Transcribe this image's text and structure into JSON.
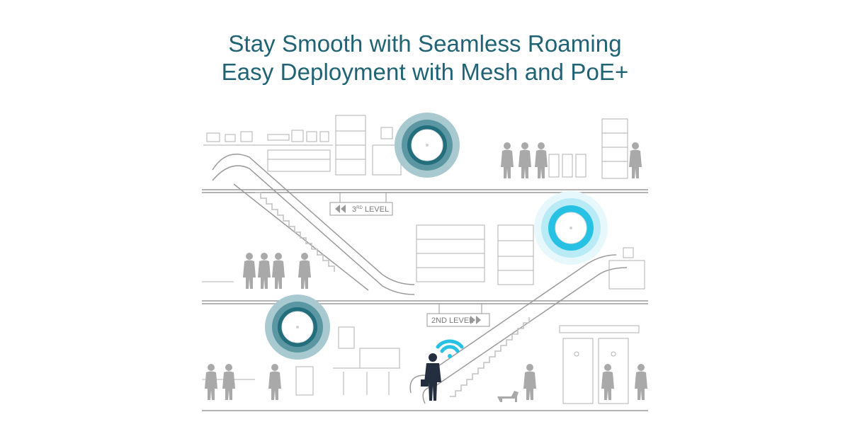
{
  "headline": {
    "line1": "Stay Smooth with Seamless Roaming",
    "line2": "Easy Deployment with Mesh and PoE+"
  },
  "signs": {
    "third_level_num": "3",
    "third_level_sup": "RD",
    "third_level_word": " LEVEL",
    "second_level": "2ND LEVEL"
  },
  "icons": {
    "access_point": "access-point-icon",
    "wifi": "wifi-icon",
    "person": "person-silhouette-icon",
    "dog": "dog-icon"
  },
  "colors": {
    "title": "#1f6375",
    "line_art": "#9a9a9a",
    "ring_dark": "#236e7c",
    "ring_mid": "#5b97a2",
    "ring_light": "#a8c9cf",
    "cyan": "#27c1e3",
    "cyan_light": "#b8ebf6",
    "person": "#232f3e"
  }
}
